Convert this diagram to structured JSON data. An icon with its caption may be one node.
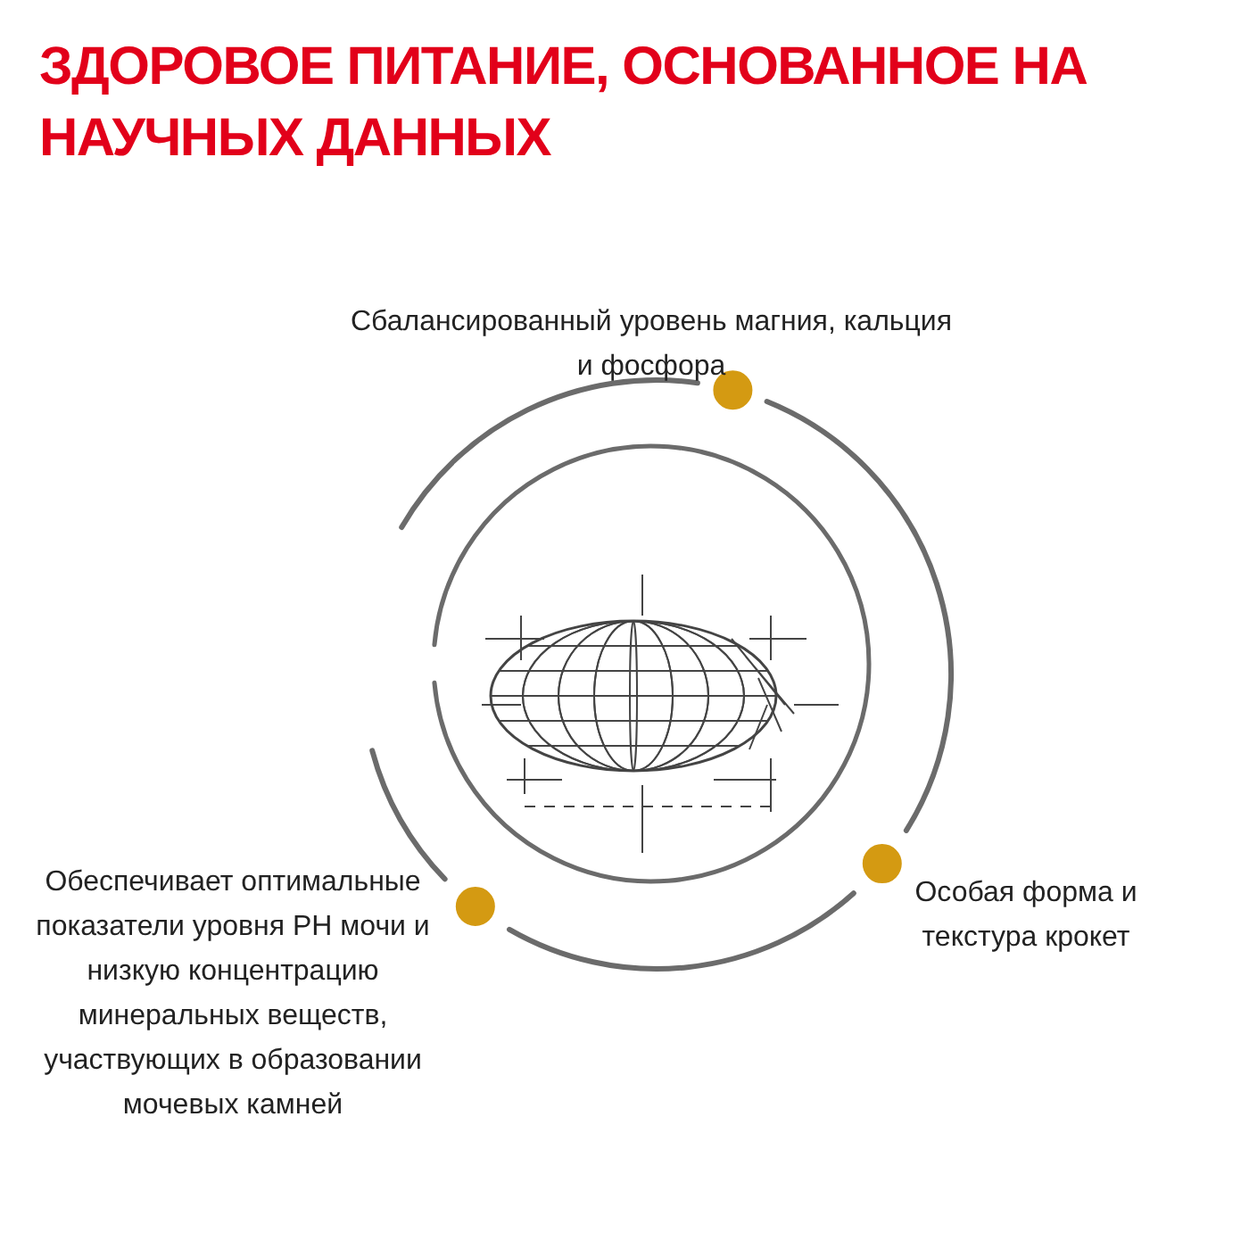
{
  "diagram": {
    "title": "ЗДОРОВОЕ ПИТАНИЕ, ОСНОВАННОЕ НА НАУЧНЫХ ДАННЫХ",
    "labels": [
      "Сбалансированный уровень магния, кальция и фосфора",
      "Особая форма и текстура крокет",
      "Обеспечивает оптимальные показатели уровня PH мочи и низкую концентрацию минеральных веществ, участвующих в образовании мочевых камней"
    ]
  }
}
